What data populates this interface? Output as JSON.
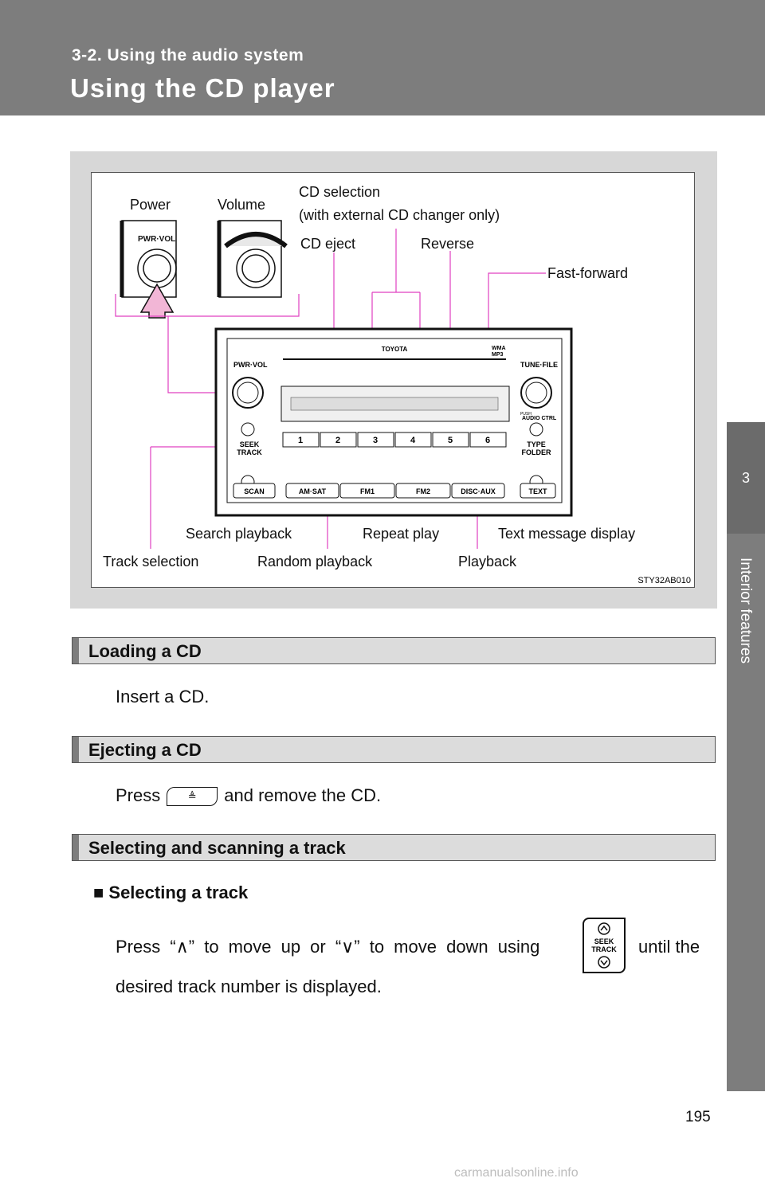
{
  "header": {
    "section": "3-2. Using the audio system",
    "title": "Using the CD player"
  },
  "sidetab": {
    "number": "3",
    "label": "Interior features"
  },
  "figure": {
    "id": "STY32AB010",
    "callouts": {
      "power": "Power",
      "volume": "Volume",
      "cd_selection_1": "CD selection",
      "cd_selection_2": "(with external CD changer only)",
      "cd_eject": "CD eject",
      "reverse": "Reverse",
      "fast_forward": "Fast-forward",
      "search_playback": "Search playback",
      "repeat_play": "Repeat play",
      "text_message_display": "Text message display",
      "track_selection": "Track selection",
      "random_playback": "Random playback",
      "playback": "Playback"
    },
    "unit": {
      "brand": "TOYOTA",
      "pwr_vol": "PWR·VOL",
      "tune_file": "TUNE·FILE",
      "seek": "SEEK",
      "track": "TRACK",
      "type": "TYPE",
      "folder": "FOLDER",
      "presets": [
        "1",
        "2",
        "3",
        "4",
        "5",
        "6"
      ],
      "bottom_buttons": [
        "SCAN",
        "AM·SAT",
        "FM1",
        "FM2",
        "DISC·AUX",
        "TEXT"
      ],
      "audio_ctrl": "AUDIO CTRL",
      "push": "PUSH",
      "wma": "WMA",
      "mp3": "MP3"
    }
  },
  "sections": {
    "loading": {
      "title": "Loading a CD",
      "text": "Insert a CD."
    },
    "ejecting": {
      "title": "Ejecting a CD",
      "text_before": "Press",
      "text_after": "and remove the CD."
    },
    "selecting": {
      "title": "Selecting and scanning a track",
      "subhead": "■ Selecting a track",
      "text_line1": "Press “∧” to move up or “∨” to move down using",
      "text_line1_end": "until the",
      "text_line2": "desired track number is displayed.",
      "key_seek": "SEEK",
      "key_track": "TRACK"
    }
  },
  "page_number": "195",
  "watermark": "carmanualsonline.info"
}
